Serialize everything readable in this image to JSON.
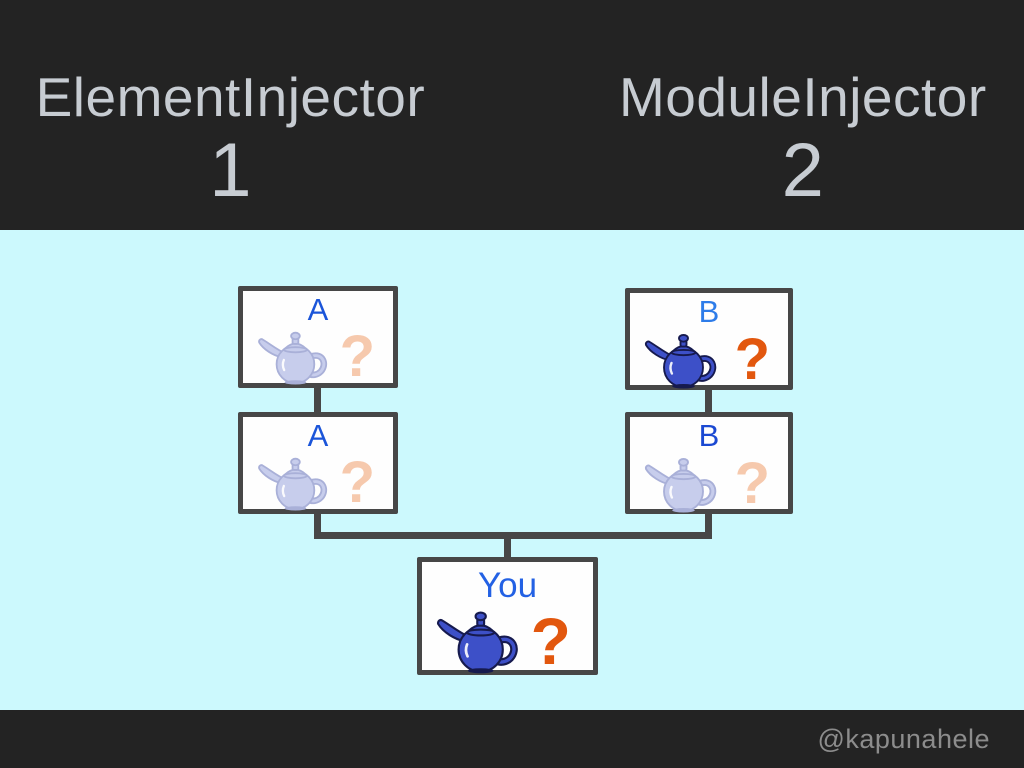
{
  "header": {
    "left": {
      "title": "ElementInjector",
      "number": "1"
    },
    "right": {
      "title": "ModuleInjector",
      "number": "2"
    }
  },
  "diagram": {
    "nodes": [
      {
        "id": "a-parent",
        "label": "A",
        "question_mark": "?",
        "variant": "faded",
        "label_color": "#1b55d9",
        "teapot_icon": "teapot-icon"
      },
      {
        "id": "a-child",
        "label": "A",
        "question_mark": "?",
        "variant": "faded",
        "label_color": "#1b55d9",
        "teapot_icon": "teapot-icon"
      },
      {
        "id": "b-parent",
        "label": "B",
        "question_mark": "?",
        "variant": "active",
        "label_color": "#2d7ce9",
        "teapot_icon": "teapot-icon"
      },
      {
        "id": "b-child",
        "label": "B",
        "question_mark": "?",
        "variant": "faded",
        "label_color": "#1b49d2",
        "teapot_icon": "teapot-icon"
      },
      {
        "id": "you",
        "label": "You",
        "question_mark": "?",
        "variant": "active",
        "label_color": "#2361e4",
        "teapot_icon": "teapot-icon"
      }
    ]
  },
  "footer": {
    "handle": "@kapunahele"
  },
  "colors": {
    "header_bg": "#232323",
    "header_text": "#c7ccd2",
    "body_bg": "#ccf9fd",
    "box_bg": "#fefefe",
    "line_gray": "#474747",
    "question_faded": "#f6c9ad",
    "question_active": "#e2570e",
    "teapot_faded_body": "#c7cdec",
    "teapot_faded_outline": "#a9b0d8",
    "teapot_active_body": "#3d50c8",
    "teapot_active_outline": "#161a4e",
    "footer_bg": "#232323",
    "footer_text": "#8c8c8c"
  }
}
